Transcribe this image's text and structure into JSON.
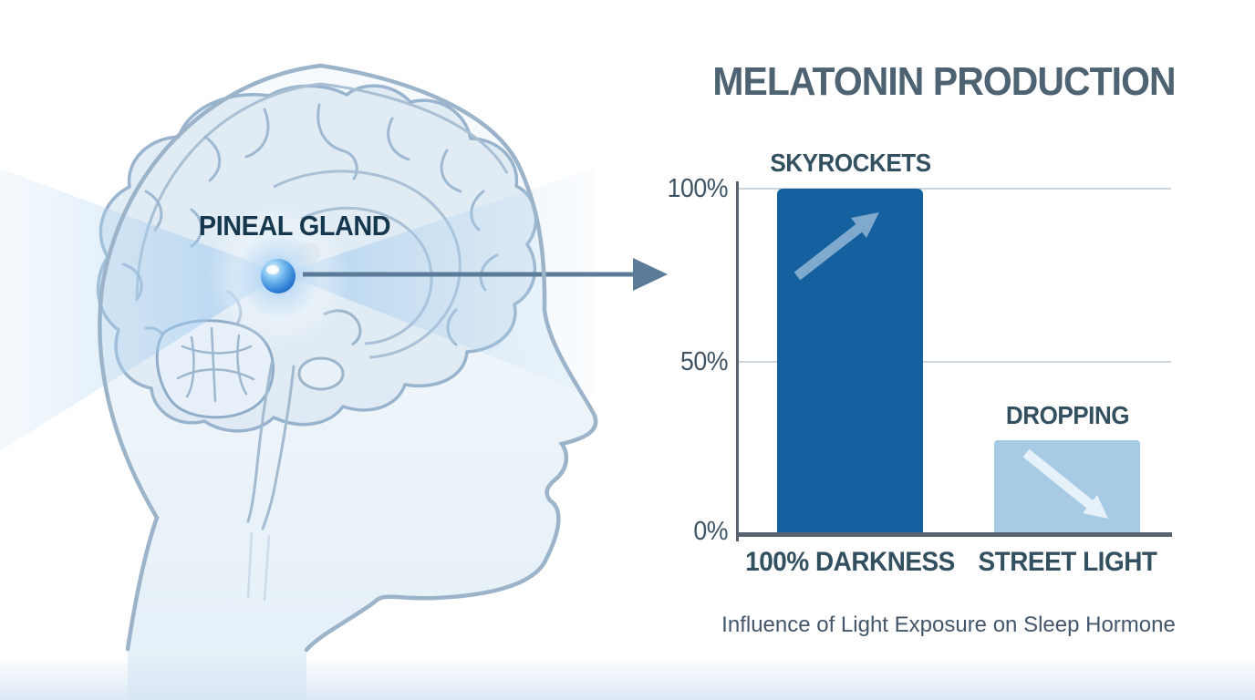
{
  "illustration": {
    "label": "PINEAL GLAND",
    "icons": {
      "head-icon": "human-head-profile-sagittal",
      "brain-icon": "brain-cross-section",
      "pineal-orb-icon": "glowing-blue-sphere",
      "light-beams-icon": "crossing-light-beams",
      "signal-arrow-icon": "arrow-pointing-right-to-chart"
    }
  },
  "chart_data": {
    "type": "bar",
    "title": "MELATONIN PRODUCTION",
    "caption": "Influence of Light Exposure on Sleep Hormone",
    "categories": [
      "100% DARKNESS",
      "STREET LIGHT"
    ],
    "values": [
      100,
      27
    ],
    "value_unit": "%",
    "bar_labels": [
      "SKYROCKETS",
      "DROPPING"
    ],
    "bar_colors": [
      "#15619f",
      "#a7cbe4"
    ],
    "bar_trend_icons": [
      "arrow-up-right",
      "arrow-down-right"
    ],
    "ytick_labels": [
      "100%",
      "50%",
      "0%"
    ],
    "ytick_values": [
      100,
      50,
      0
    ],
    "ylim": [
      0,
      100
    ],
    "grid": true,
    "legend": false,
    "xlabel": "",
    "ylabel": ""
  },
  "colors": {
    "title_text": "#4e6372",
    "label_text": "#32505f",
    "tick_text": "#3e5363",
    "caption_text": "#43566a",
    "pineal_label_text": "#16384f",
    "axis": "#57646f",
    "gridline": "#ccd5dc",
    "bar_dark": "#15619f",
    "bar_light": "#a7cbe4",
    "bar_up_arrow": "#7fa9cd",
    "bar_down_arrow": "#e6f1f9",
    "signal_arrow": "#5b7b98",
    "beam": "#8cc1ec",
    "head_outline": "#9cb4c9"
  }
}
